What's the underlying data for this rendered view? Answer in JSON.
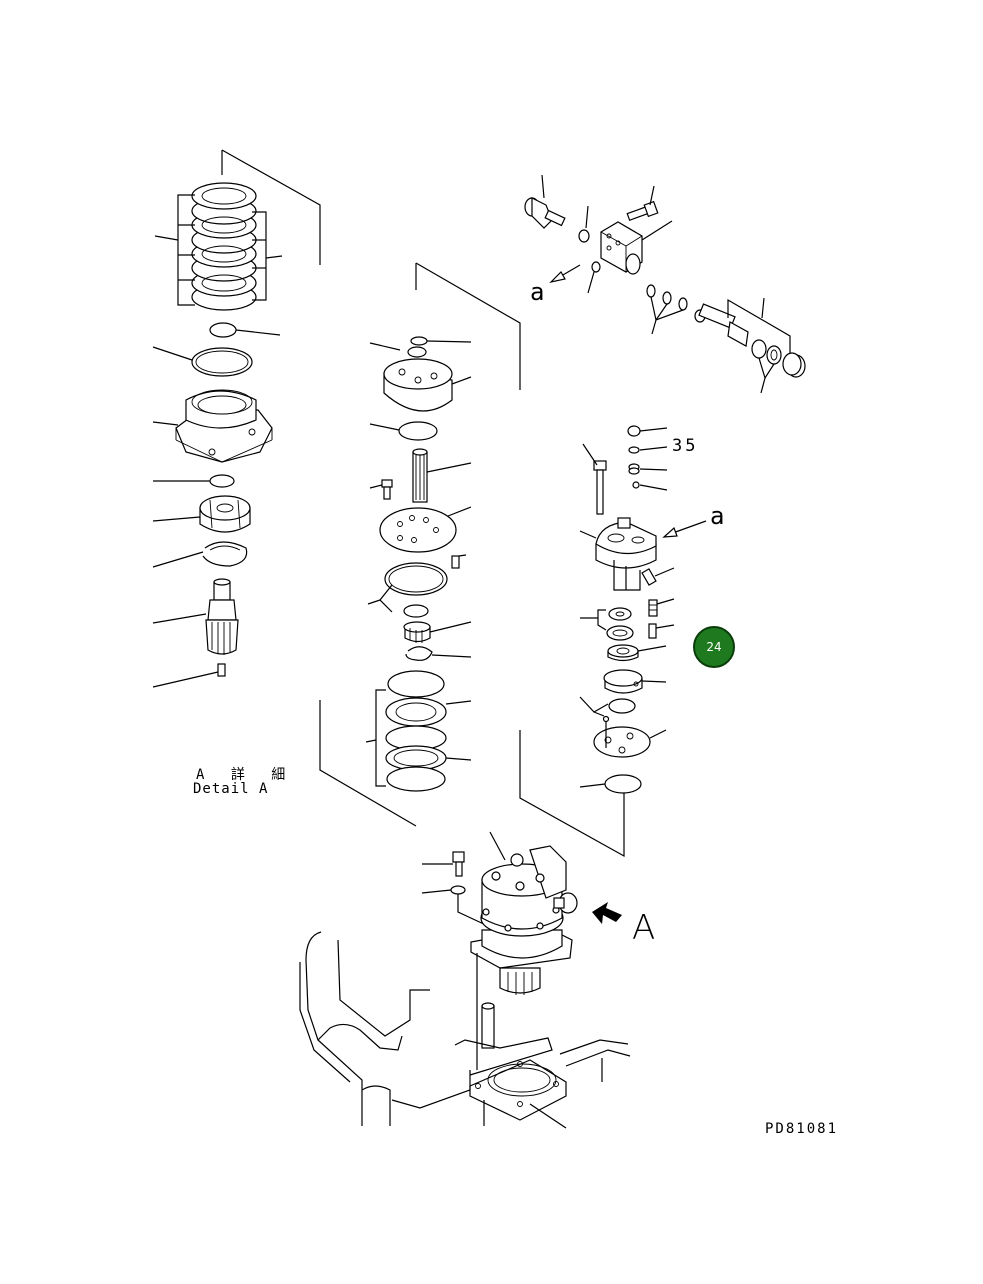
{
  "labels": {
    "ref_a_top": "a",
    "ref_a_mid": "a",
    "count_35": "35",
    "arrow_A": "A",
    "detail_jp": "A 詳 細",
    "detail_en": "Detail A",
    "drawing_number": "PD81081"
  },
  "callout": {
    "number": "24",
    "color": "#1f7a1f"
  },
  "colors": {
    "line": "#000000",
    "background": "#ffffff"
  }
}
